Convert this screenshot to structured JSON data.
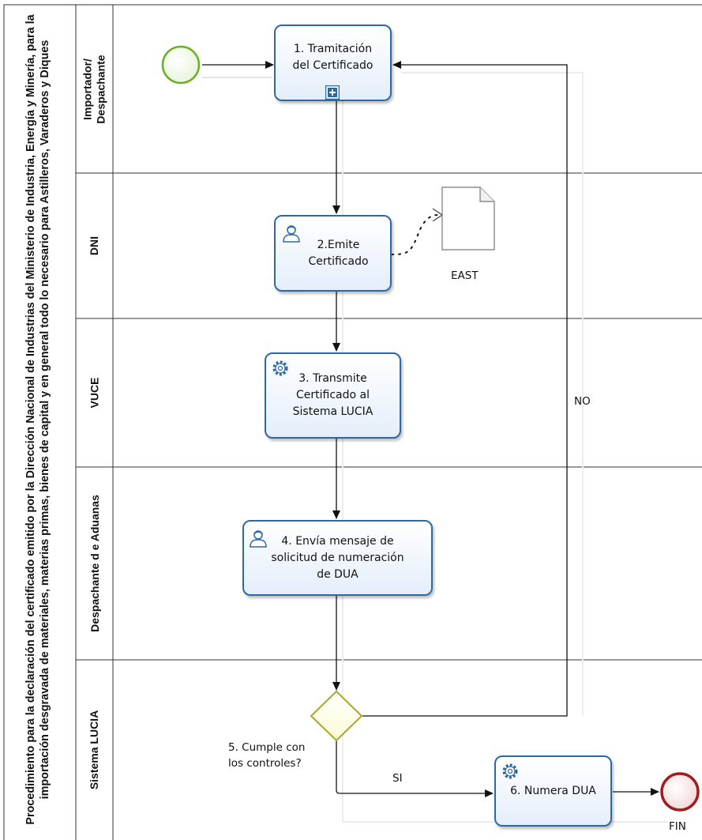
{
  "pool": {
    "title": "Procedimiento para la declaración del certificado emitido por la Dirección Nacional de Industrias del Ministerio de Industria, Energía y Minería, para la importación desgravada de materiales, materias primas, bienes de capital y en general todo lo necesario para Astilleros, Varaderos y Diques"
  },
  "lanes": [
    {
      "title": "Importador/ Despachante"
    },
    {
      "title": "DNI"
    },
    {
      "title": "VUCE"
    },
    {
      "title": "Despachante d e Aduanas"
    },
    {
      "title": "Sistema LUCIA"
    }
  ],
  "tasks": {
    "t1": "1. Tramitación\ndel Certificado",
    "t2": "2.Emite\nCertificado",
    "t3": "3. Transmite\nCertificado al\nSistema LUCIA",
    "t4": "4. Envía mensaje de\nsolicitud de numeración\nde DUA",
    "t6": "6. Numera DUA"
  },
  "gateway_label": "5. Cumple con\nlos controles?",
  "document_label": "EAST",
  "flow_labels": {
    "no": "NO",
    "si": "SI"
  },
  "end_label": "FIN",
  "icons": {
    "start": "start-event-icon",
    "end": "end-event-icon",
    "user": "user-task-icon",
    "service": "service-task-icon",
    "subprocess": "subprocess-plus-icon",
    "document": "document-icon"
  },
  "colors": {
    "task_border": "#2b6aa6",
    "start_event": "#6ab023",
    "end_event": "#a11d1d",
    "gateway": "#b5b533"
  }
}
